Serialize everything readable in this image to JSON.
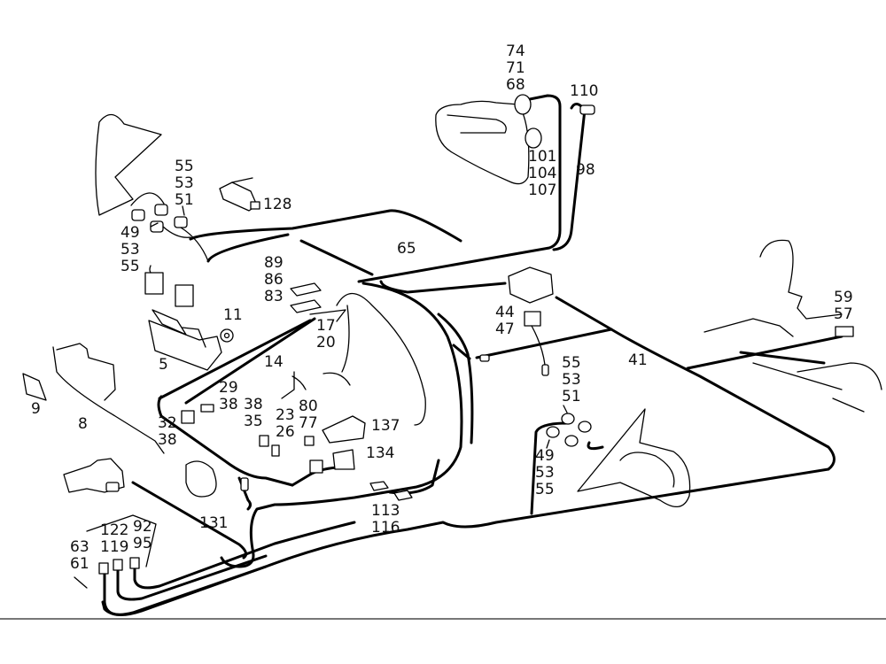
{
  "diagram": {
    "title": "Wiring harness parts diagram",
    "labels": {
      "l_74_71_68": [
        "74",
        "71",
        "68"
      ],
      "l_110": "110",
      "l_101_104_107": [
        "101",
        "104",
        "107"
      ],
      "l_98": "98",
      "l_55_53_51_top": [
        "55",
        "53",
        "51"
      ],
      "l_128": "128",
      "l_49_53_55_left": [
        "49",
        "53",
        "55"
      ],
      "l_65": "65",
      "l_89_86_83": [
        "89",
        "86",
        "83"
      ],
      "l_17_20": [
        "17",
        "20"
      ],
      "l_11": "11",
      "l_5": "5",
      "l_14": "14",
      "l_44_47": [
        "44",
        "47"
      ],
      "l_41": "41",
      "l_59_57": [
        "59",
        "57"
      ],
      "l_9": "9",
      "l_8": "8",
      "l_29_38": [
        "29",
        "38"
      ],
      "l_38_35": [
        "38",
        "35"
      ],
      "l_23": "23",
      "l_80_77": [
        "80",
        "77"
      ],
      "l_26": "26",
      "l_32_38": [
        "32",
        "38"
      ],
      "l_137": "137",
      "l_134": "134",
      "l_55_53_51_right": [
        "55",
        "53",
        "51"
      ],
      "l_49_53_55_right": [
        "49",
        "53",
        "55"
      ],
      "l_131": "131",
      "l_113_116": [
        "113",
        "116"
      ],
      "l_122_119": [
        "122",
        "119"
      ],
      "l_92_95": [
        "92",
        "95"
      ],
      "l_63_61": [
        "63",
        "61"
      ]
    }
  }
}
